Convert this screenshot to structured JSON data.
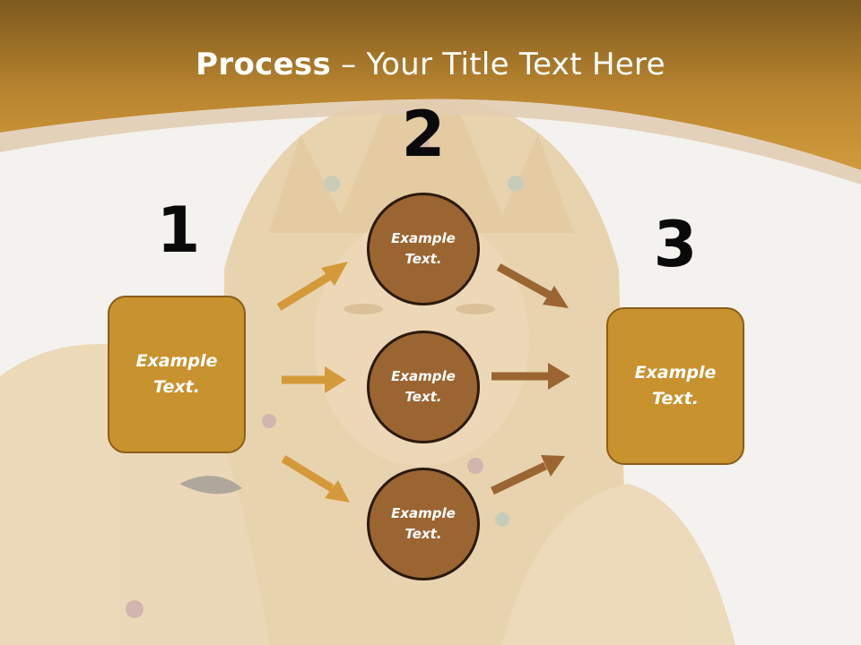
{
  "title": {
    "bold": "Process",
    "rest": " – Your Title Text Here"
  },
  "steps": {
    "one": "1",
    "two": "2",
    "three": "3"
  },
  "boxes": {
    "left": "Example\nText.",
    "right": "Example\nText."
  },
  "circles": {
    "top": "Example\nText.",
    "middle": "Example\nText.",
    "bottom": "Example\nText."
  },
  "colors": {
    "header": "#c8922e",
    "box_fill": "#c8922e",
    "circle_fill": "#9b6532",
    "arrow_left": "#d49a3a",
    "arrow_right": "#9b6532"
  }
}
